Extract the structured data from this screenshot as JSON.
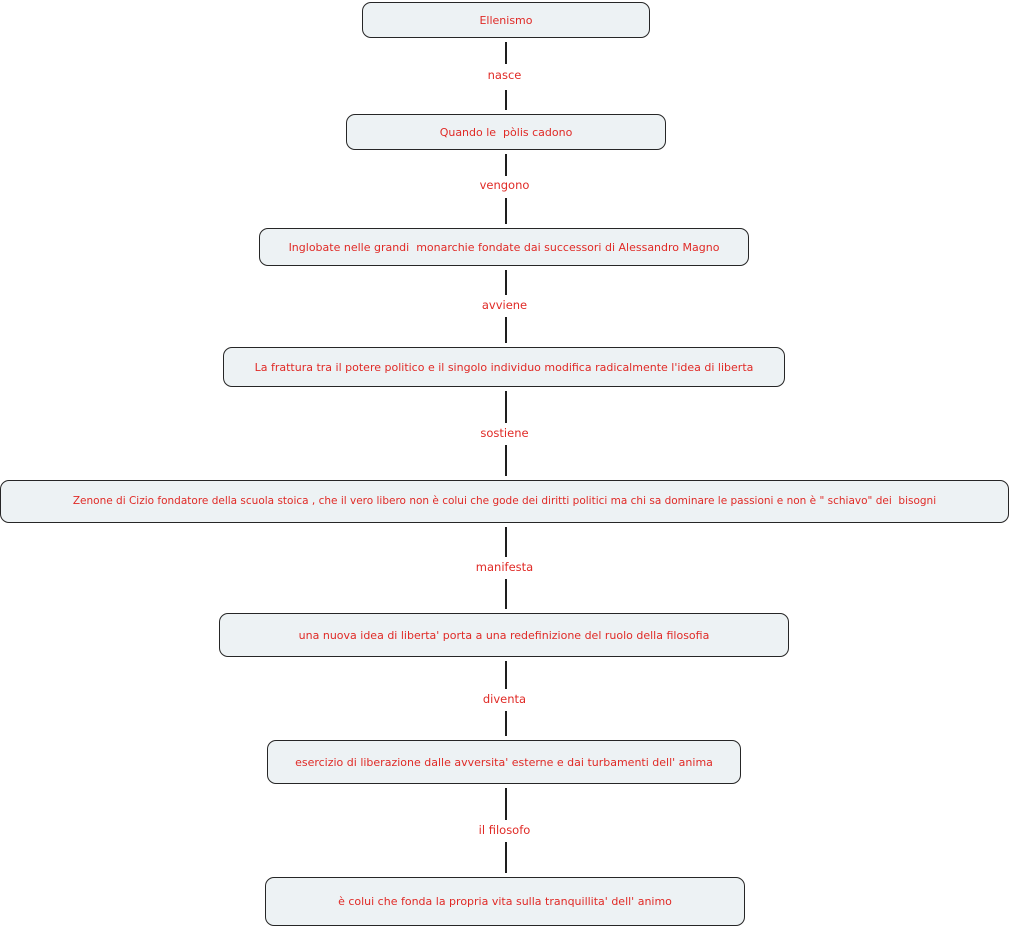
{
  "diagram": {
    "title_node": "Ellenismo",
    "colors": {
      "node_fill": "#edf2f4",
      "node_border": "#262626",
      "text_red": "#e02a26",
      "line": "#1e1e1e",
      "background": "#ffffff"
    },
    "nodes": [
      {
        "label": "Ellenismo"
      },
      {
        "label": "Quando le  pòlis cadono"
      },
      {
        "label": "Inglobate nelle grandi  monarchie fondate dai successori di Alessandro Magno"
      },
      {
        "label": "La frattura tra il potere politico e il singolo individuo modifica radicalmente l'idea di liberta"
      },
      {
        "label": "Zenone di Cizio fondatore della scuola stoica , che il vero libero non è colui che gode dei diritti politici ma chi sa dominare le passioni e non è \" schiavo\" dei  bisogni"
      },
      {
        "label": "una nuova idea di liberta' porta a una redefinizione del ruolo della filosofia"
      },
      {
        "label": "esercizio di liberazione dalle avversita' esterne e dai turbamenti dell' anima"
      },
      {
        "label": "è colui che fonda la propria vita sulla tranquillita' dell' animo"
      }
    ],
    "edges": [
      {
        "label": "nasce"
      },
      {
        "label": "vengono"
      },
      {
        "label": "avviene"
      },
      {
        "label": "sostiene"
      },
      {
        "label": "manifesta"
      },
      {
        "label": "diventa"
      },
      {
        "label": "il filosofo"
      }
    ]
  }
}
